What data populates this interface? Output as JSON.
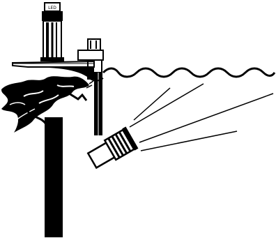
{
  "illustration": {
    "label_plate_text": "LED",
    "ink_color": "#000000",
    "background_color": "#ffffff",
    "icons": [
      "tower-lamp",
      "junction-box",
      "water-surface",
      "mounting-pole",
      "weeds",
      "underwater-light"
    ]
  }
}
